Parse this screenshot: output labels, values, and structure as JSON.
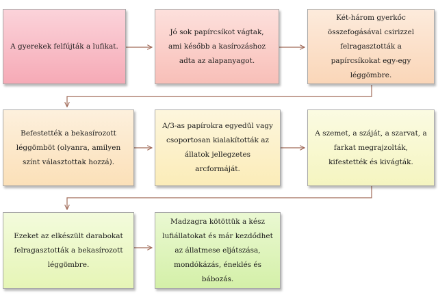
{
  "steps": [
    {
      "text": "A gyerekek felfújták a lufikat.",
      "color": "#f6aab6"
    },
    {
      "text": "Jó sok papírcsíkot vágtak, ami később a kasírozáshoz adta az alapanyagot.",
      "color": "#f8bfb8"
    },
    {
      "text": "Két-három gyerkőc összefogásával csirizzel felragasztották a papírcsíkokat egy-egy léggömbre.",
      "color": "#fad6b8"
    },
    {
      "text": "Befestették a bekasírozott léggömböt (olyanra, amilyen színt választottak hozzá).",
      "color": "#fbe0b8"
    },
    {
      "text": "A/3-as papírokra egyedül vagy csoportosan kialakították az állatok jellegzetes arcformáját.",
      "color": "#fbecb8"
    },
    {
      "text": "A szemet, a száját, a szarvat, a farkat megrajzolták, kifestették és kivágták.",
      "color": "#f5f5c0"
    },
    {
      "text": "Ezeket az elkészült darabokat felragasztották a bekasírozott léggömbre.",
      "color": "#e6f5b6"
    },
    {
      "text": "Madzagra kötöttük a kész lufiállatokat és már kezdődhet az állatmese eljátszása, mondókázás, éneklés és bábozás.",
      "color": "#d4f0a8"
    }
  ]
}
